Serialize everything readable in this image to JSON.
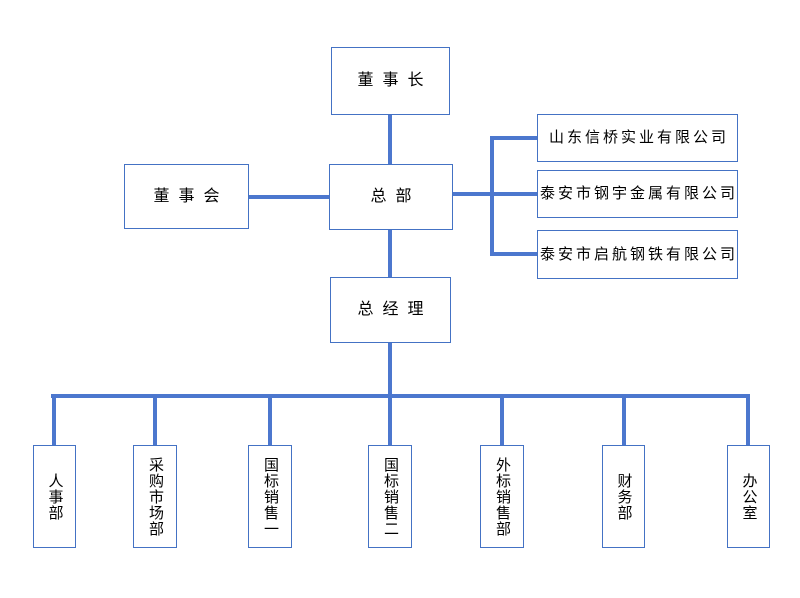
{
  "nodes": {
    "chairman": "董事长",
    "board": "董事会",
    "headquarters": "总部",
    "general_manager": "总经理",
    "companies": [
      "山东信桥实业有限公司",
      "泰安市钢宇金属有限公司",
      "泰安市启航钢铁有限公司"
    ],
    "departments": [
      "人事部",
      "采购市场部",
      "国标销售一",
      "国标销售二",
      "外标销售部",
      "财务部",
      "办公室"
    ]
  },
  "colors": {
    "box_border": "#4472C4",
    "connector": "#4C77CE",
    "text": "#000000",
    "background": "#FFFFFF"
  }
}
